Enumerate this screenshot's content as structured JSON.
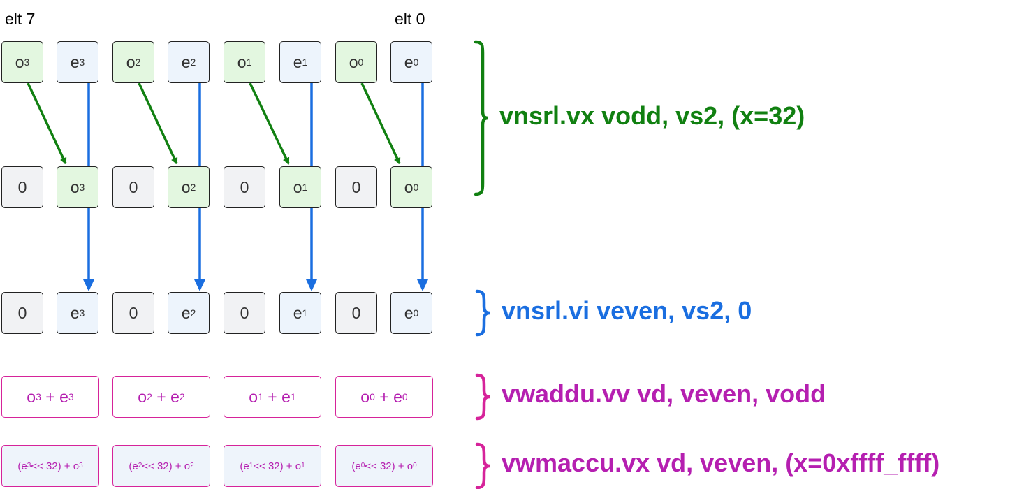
{
  "labels": {
    "left": "elt 7",
    "right": "elt 0"
  },
  "colors": {
    "odd_fill": "#e3f7e0",
    "even_fill": "#edf4fc",
    "zero_fill": "#f1f2f4",
    "green": "#118011",
    "blue": "#1a6ee0",
    "magenta": "#d6239a",
    "purple": "#b51fb0"
  },
  "rows": {
    "source": [
      {
        "base": "o",
        "sub": "3",
        "kind": "odd"
      },
      {
        "base": "e",
        "sub": "3",
        "kind": "even"
      },
      {
        "base": "o",
        "sub": "2",
        "kind": "odd"
      },
      {
        "base": "e",
        "sub": "2",
        "kind": "even"
      },
      {
        "base": "o",
        "sub": "1",
        "kind": "odd"
      },
      {
        "base": "e",
        "sub": "1",
        "kind": "even"
      },
      {
        "base": "o",
        "sub": "0",
        "kind": "odd"
      },
      {
        "base": "e",
        "sub": "0",
        "kind": "even"
      }
    ],
    "odd_shifted": [
      {
        "base": "0",
        "sub": "",
        "kind": "zero"
      },
      {
        "base": "o",
        "sub": "3",
        "kind": "odd"
      },
      {
        "base": "0",
        "sub": "",
        "kind": "zero"
      },
      {
        "base": "o",
        "sub": "2",
        "kind": "odd"
      },
      {
        "base": "0",
        "sub": "",
        "kind": "zero"
      },
      {
        "base": "o",
        "sub": "1",
        "kind": "odd"
      },
      {
        "base": "0",
        "sub": "",
        "kind": "zero"
      },
      {
        "base": "o",
        "sub": "0",
        "kind": "odd"
      }
    ],
    "even_narrowed": [
      {
        "base": "0",
        "sub": "",
        "kind": "zero"
      },
      {
        "base": "e",
        "sub": "3",
        "kind": "even"
      },
      {
        "base": "0",
        "sub": "",
        "kind": "zero"
      },
      {
        "base": "e",
        "sub": "2",
        "kind": "even"
      },
      {
        "base": "0",
        "sub": "",
        "kind": "zero"
      },
      {
        "base": "e",
        "sub": "1",
        "kind": "even"
      },
      {
        "base": "0",
        "sub": "",
        "kind": "zero"
      },
      {
        "base": "e",
        "sub": "0",
        "kind": "even"
      }
    ],
    "sum": [
      {
        "i": "3"
      },
      {
        "i": "2"
      },
      {
        "i": "1"
      },
      {
        "i": "0"
      }
    ],
    "macc": [
      {
        "i": "3"
      },
      {
        "i": "2"
      },
      {
        "i": "1"
      },
      {
        "i": "0"
      }
    ]
  },
  "instructions": {
    "vnsrl_vx": "vnsrl.vx vodd, vs2, (x=32)",
    "vnsrl_vi": "vnsrl.vi veven, vs2, 0",
    "vwaddu": "vwaddu.vv vd, veven, vodd",
    "vwmaccu": "vwmaccu.vx vd, veven, (x=0xffff_ffff)"
  }
}
